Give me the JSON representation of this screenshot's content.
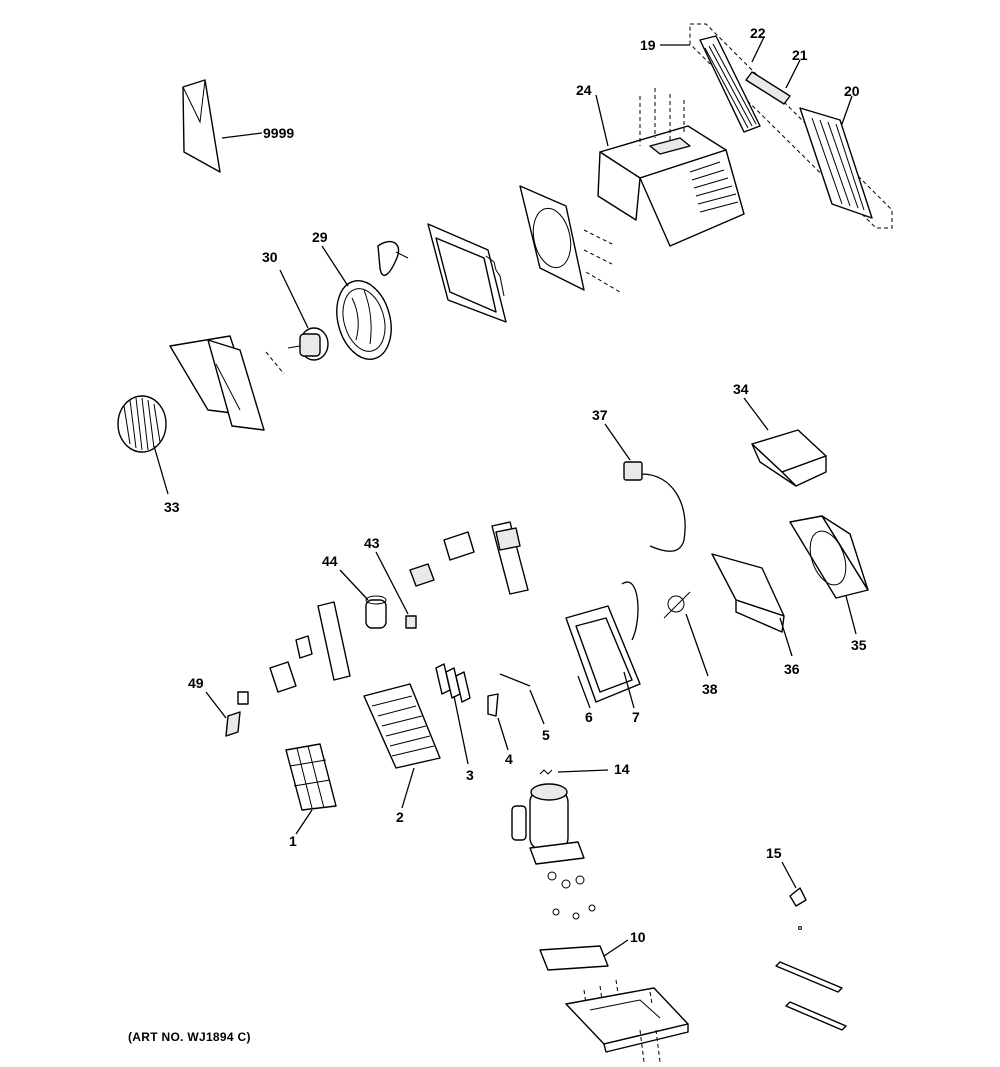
{
  "caption": "(ART NO. WJ1894 C)",
  "callouts": {
    "c1": "1",
    "c2": "2",
    "c3": "3",
    "c4": "4",
    "c5": "5",
    "c6": "6",
    "c7": "7",
    "c10": "10",
    "c14": "14",
    "c15": "15",
    "c19": "19",
    "c20": "20",
    "c21": "21",
    "c22": "22",
    "c24": "24",
    "c29": "29",
    "c30": "30",
    "c33": "33",
    "c34": "34",
    "c35": "35",
    "c36": "36",
    "c37": "37",
    "c38": "38",
    "c43": "43",
    "c44": "44",
    "c49": "49",
    "c9999": "9999"
  }
}
